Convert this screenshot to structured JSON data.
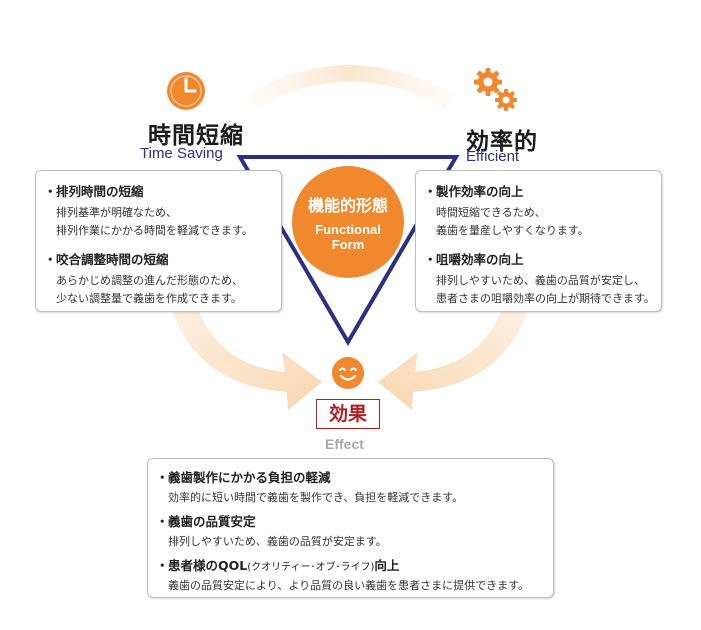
{
  "colors": {
    "accent": "#f0892e",
    "navy": "#2b2f86",
    "effect_red": "#b01f24",
    "arrow": "#fbe3c6"
  },
  "left": {
    "title_jp": "時間短縮",
    "title_en": "Time Saving",
    "icon": "clock-icon",
    "items": [
      {
        "title": "排列時間の短縮",
        "desc": [
          "排列基準が明確なため、",
          "排列作業にかかる時間を軽減できます。"
        ]
      },
      {
        "title": "咬合調整時間の短縮",
        "desc": [
          "あらかじめ調整の進んだ形態のため、",
          "少ない調整量で義歯を作成できます。"
        ]
      }
    ]
  },
  "right": {
    "title_jp": "効率的",
    "title_en": "Efficient",
    "icon": "gears-icon",
    "items": [
      {
        "title": "製作効率の向上",
        "desc": [
          "時間短縮できるため、",
          "義歯を量産しやすくなります。"
        ]
      },
      {
        "title": "咀嚼効率の向上",
        "desc": [
          "排列しやすいため、義歯の品質が安定し、",
          "患者さまの咀嚼効率の向上が期待できます。"
        ]
      }
    ]
  },
  "center": {
    "title_jp": "機能的形態",
    "title_en_1": "Functional",
    "title_en_2": "Form"
  },
  "effect": {
    "title_jp": "効果",
    "title_en": "Effect",
    "icon": "smiley-icon",
    "items": [
      {
        "title": "義歯製作にかかる負担の軽減",
        "title_small": "",
        "title_end": "",
        "desc": "効率的に短い時間で義歯を製作でき、負担を軽減できます。"
      },
      {
        "title": "義歯の品質安定",
        "title_small": "",
        "title_end": "",
        "desc": "排列しやすいため、義歯の品質が安定ます。"
      },
      {
        "title": "患者様のQOL",
        "title_small": "(クオリティー･オブ･ライフ)",
        "title_end": "向上",
        "desc": "義歯の品質安定により、より品質の良い義歯を患者さまに提供できます。"
      }
    ]
  },
  "bullet": "・"
}
